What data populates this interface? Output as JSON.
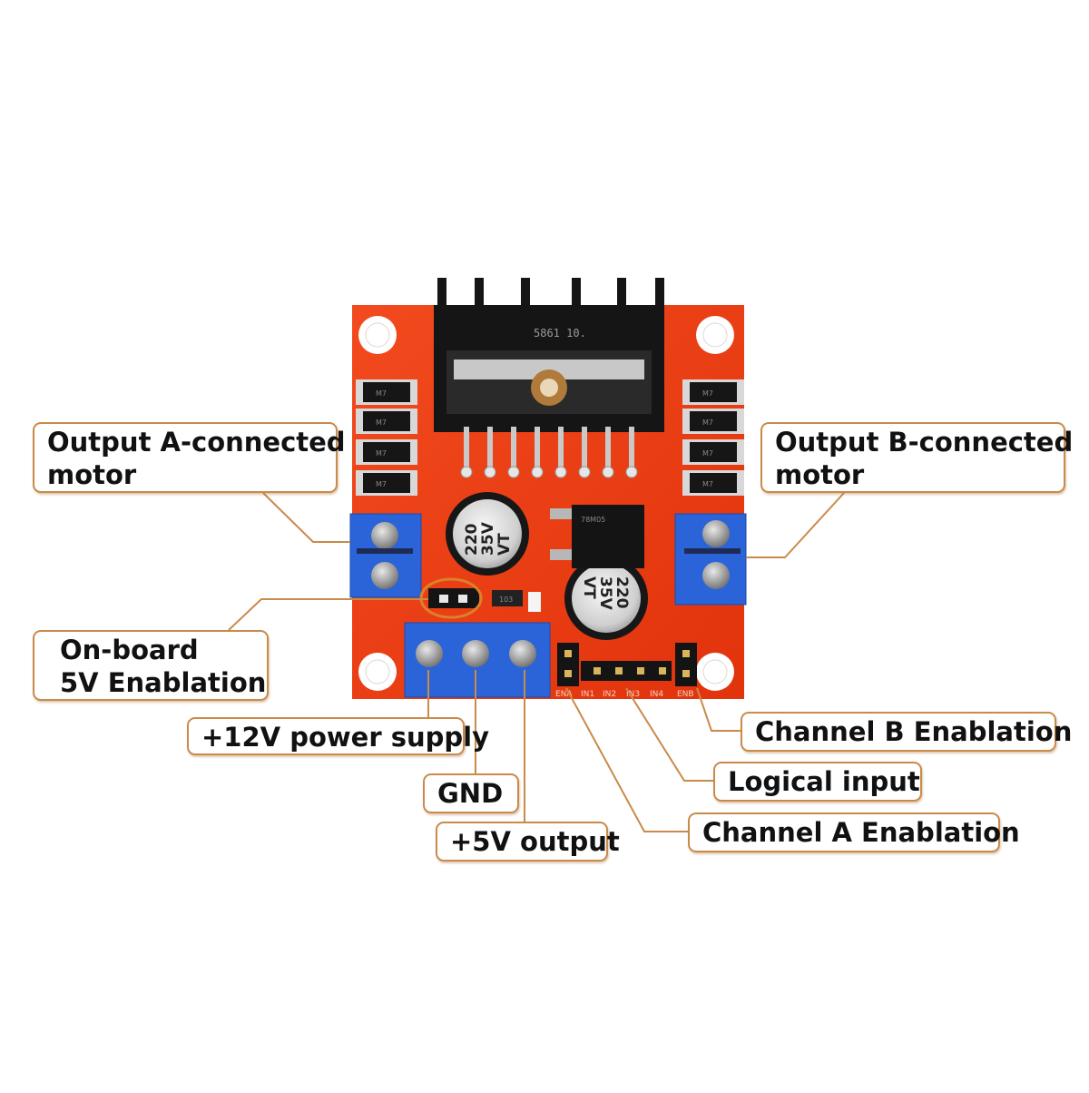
{
  "board": {
    "heatsink_marking": "5861 10.",
    "diode_marking": "M7",
    "capacitor_marking": [
      "220",
      "35V",
      "VT"
    ],
    "resistor_marking": "103",
    "regulator_marking": "78M05",
    "pin_labels": [
      "ENA",
      "IN1",
      "IN2",
      "IN3",
      "IN4",
      "ENB"
    ]
  },
  "callouts": {
    "output_a": [
      "Output A-connected",
      "motor"
    ],
    "output_b": [
      "Output B-connected",
      "motor"
    ],
    "onboard_5v": [
      "On-board",
      "5V Enablation"
    ],
    "power_12v": "+12V power supply",
    "gnd": "GND",
    "output_5v": "+5V output",
    "channel_b": "Channel B Enablation",
    "logical_input": "Logical input",
    "channel_a": "Channel A Enablation"
  },
  "colors": {
    "pcb": "#ee3a12",
    "terminal_block": "#2a64d8",
    "heatsink": "#161616",
    "callout_border": "#c98a4a",
    "leader_line": "#c98a4a"
  }
}
